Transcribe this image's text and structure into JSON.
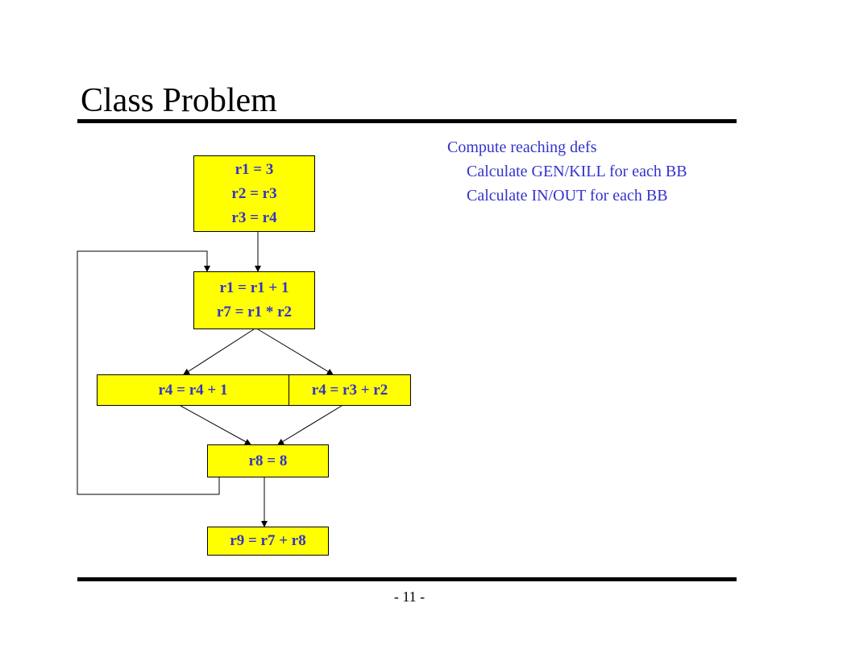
{
  "slide": {
    "title": "Class Problem",
    "page_number": "- 11 -"
  },
  "instructions": {
    "heading": "Compute reaching defs",
    "steps": [
      "Calculate GEN/KILL for each BB",
      "Calculate IN/OUT for each BB"
    ]
  },
  "colors": {
    "block_fill": "#ffff00",
    "code_text": "#3333cc",
    "rules": "#000000"
  },
  "cfg": {
    "blocks": [
      {
        "id": "bb1",
        "lines": [
          "r1 = 3",
          "r2 = r3",
          "r3 = r4"
        ]
      },
      {
        "id": "bb2",
        "lines": [
          "r1 = r1 + 1",
          "r7 = r1 * r2"
        ]
      },
      {
        "id": "bb3",
        "lines": [
          "r4 = r4 + 1"
        ]
      },
      {
        "id": "bb4",
        "lines": [
          "r4 = r3 + r2"
        ]
      },
      {
        "id": "bb5",
        "lines": [
          "r8 = 8"
        ]
      },
      {
        "id": "bb6",
        "lines": [
          "r9 = r7 + r8"
        ]
      }
    ],
    "edges": [
      {
        "from": "bb1",
        "to": "bb2"
      },
      {
        "from": "bb2",
        "to": "bb3"
      },
      {
        "from": "bb2",
        "to": "bb4"
      },
      {
        "from": "bb3",
        "to": "bb5"
      },
      {
        "from": "bb4",
        "to": "bb5"
      },
      {
        "from": "bb5",
        "to": "bb2",
        "back_edge": true
      },
      {
        "from": "bb5",
        "to": "bb6"
      }
    ]
  }
}
